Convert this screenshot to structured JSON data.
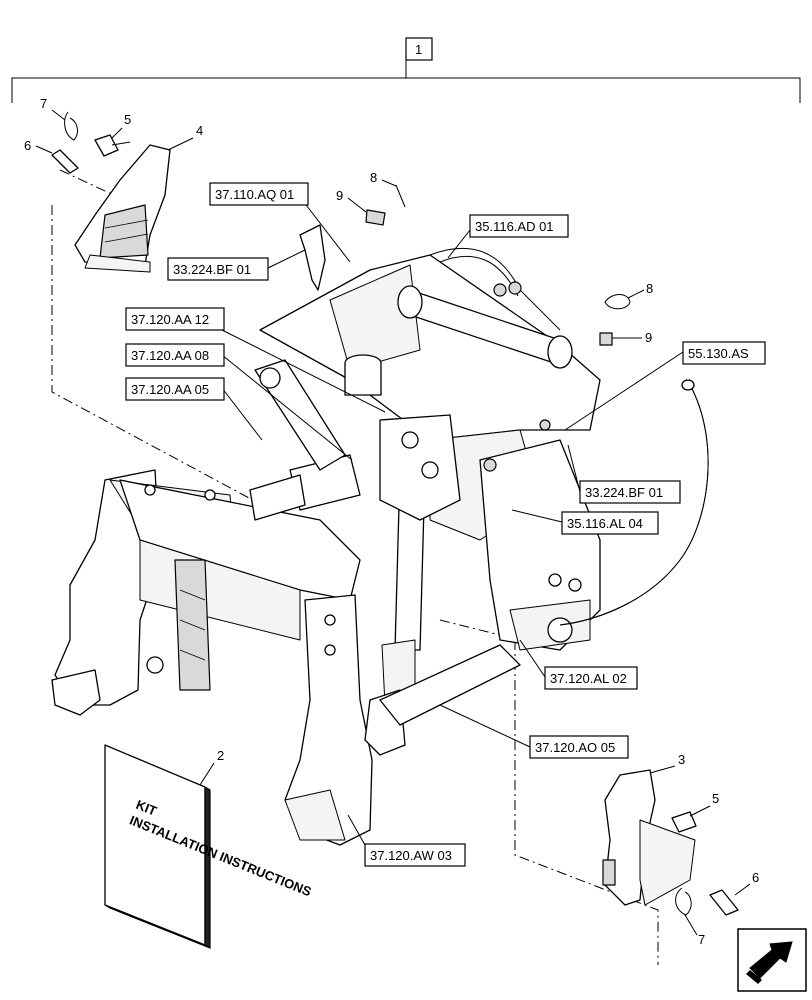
{
  "assembly_item": "1",
  "items": {
    "i2": "2",
    "i3": "3",
    "i4": "4",
    "i5a": "5",
    "i5b": "5",
    "i6a": "6",
    "i6b": "6",
    "i7a": "7",
    "i7b": "7",
    "i8a": "8",
    "i8b": "8",
    "i9a": "9",
    "i9b": "9"
  },
  "references": {
    "r_37_110_AQ_01": "37.110.AQ 01",
    "r_33_224_BF_01_top": "33.224.BF 01",
    "r_35_116_AD_01": "35.116.AD 01",
    "r_37_120_AA_12": "37.120.AA 12",
    "r_37_120_AA_08": "37.120.AA 08",
    "r_37_120_AA_05": "37.120.AA 05",
    "r_55_130_AS": "55.130.AS",
    "r_33_224_BF_01_right": "33.224.BF 01",
    "r_35_116_AL_04": "35.116.AL 04",
    "r_37_120_AL_02": "37.120.AL 02",
    "r_37_120_AO_05": "37.120.AO 05",
    "r_37_120_AW_03": "37.120.AW 03"
  },
  "booklet_cover_text": "KIT\nINSTALLATION INSTRUCTIONS",
  "icons": {
    "next_page": "arrow-icon"
  }
}
